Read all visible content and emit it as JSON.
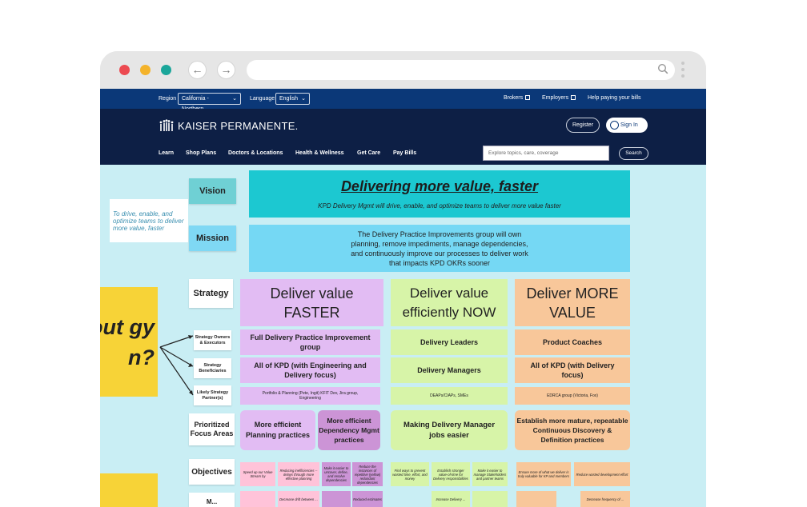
{
  "browser": {
    "back_icon": "arrow-left-icon",
    "forward_icon": "arrow-right-icon",
    "search_icon": "magnifier-icon"
  },
  "utility": {
    "region_label": "Region",
    "region_value": "California - Northern",
    "language_label": "Language",
    "language_value": "English",
    "brokers": "Brokers",
    "employers": "Employers",
    "help": "Help paying your bills"
  },
  "header": {
    "logo": "KAISER PERMANENTE.",
    "register": "Register",
    "signin": "Sign In",
    "nav": [
      "Learn",
      "Shop Plans",
      "Doctors & Locations",
      "Health & Wellness",
      "Get Care",
      "Pay Bills"
    ],
    "search_placeholder": "Explore topics, care, coverage",
    "search_button": "Search"
  },
  "board": {
    "labels": {
      "vision": "Vision",
      "mission": "Mission",
      "strategy": "Strategy",
      "owners": "Strategy Owners & Executors",
      "beneficiaries": "Strategy Beneficiaries",
      "partners": "Likely Strategy Partner(s)",
      "focus": "Prioritized Focus Areas",
      "objectives": "Objectives",
      "cut": "M..."
    },
    "vision_note": "To drive, enable, and optimize teams to deliver more value, faster",
    "vision_title": "Delivering more value, faster",
    "vision_sub": "KPD Delivery Mgmt will drive, enable, and optimize teams to deliver more value faster",
    "mission_text": "The Delivery Practice Improvements group will own planning, remove impediments, manage dependencies, and continuously improve our processes to deliver work that impacts KPD OKRs sooner",
    "yellow_text": "out gy n?",
    "columns": [
      {
        "title": "Deliver value FASTER",
        "owner": "Full Delivery Practice Improvement group",
        "beneficiary": "All of KPD (with Engineering and Delivery focus)",
        "partner": "Portfolio & Planning (Pete, Ingit) KFIT Dev, Jira group, Engineering",
        "focus_a": "More efficient Planning practices",
        "focus_b": "More efficient Dependency Mgmt practices",
        "objectives": [
          "Speed up our Value Stream by",
          "Reducing inefficiencies -- delays through more effective planning",
          "Make it easier to uncover, define, and resolve dependencies",
          "Reduce the instances of repetitive (yellow) redundant dependencies"
        ]
      },
      {
        "title": "Deliver value efficiently NOW",
        "owner": "Delivery Leaders",
        "beneficiary": "Delivery Managers",
        "partner": "DEAPs/CIAPs, SMEs",
        "focus": "Making Delivery Manager jobs easier",
        "objectives": [
          "Find ways to prevent wasted time, effort, and money",
          "Establish stronger value-of-time for Delivery responsibilities",
          "Make it easier to manage Stakeholders and partner teams"
        ]
      },
      {
        "title": "Deliver MORE VALUE",
        "owner": "Product Coaches",
        "beneficiary": "All of KPD (with Delivery focus)",
        "partner": "EDRCA group (Victoria, Fox)",
        "focus": "Establish more mature, repeatable Continuous Discovery & Definition practices",
        "objectives": [
          "Ensure more of what we deliver is truly valuable for KP and members",
          "Reduce wasted development effort"
        ]
      }
    ],
    "cut_row": [
      "Decrease drift between ...",
      "Reduced estimates",
      "Increase Delivery ...",
      "Decrease frequency of ..."
    ]
  },
  "colors": {
    "teal_banner": "#1cc8d1",
    "blue_banner": "#75d8f4",
    "purple": "#e2bcf3",
    "lime": "#d7f4a8",
    "orange": "#f8c79a",
    "pink": "#ffc3d9",
    "yellow": "#f7d337"
  }
}
